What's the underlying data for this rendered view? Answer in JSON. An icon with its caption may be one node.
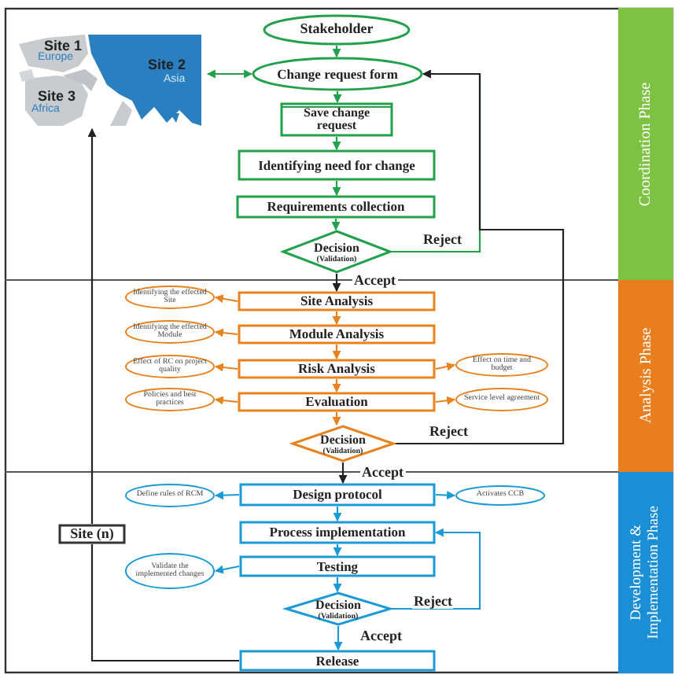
{
  "diagram": {
    "nodes": [
      {
        "text": [
          "Site 1",
          "Europe",
          "Site 2",
          "Asia",
          "Site 3",
          "Africa"
        ]
      },
      {
        "text": [
          "Stakeholder"
        ]
      },
      {
        "text": [
          "Change request form"
        ]
      },
      {
        "text": [
          "Save change request"
        ]
      },
      {
        "text": [
          "Identifying need for change"
        ]
      },
      {
        "text": [
          "Requirements collection"
        ]
      },
      {
        "text": [
          "Decision",
          "(Validation)"
        ]
      },
      {
        "text": [
          "Site Analysis"
        ]
      },
      {
        "text": [
          "Module Analysis"
        ]
      },
      {
        "text": [
          "Risk Analysis"
        ]
      },
      {
        "text": [
          "Evaluation"
        ]
      },
      {
        "text": [
          "Decision",
          "(Validation)"
        ]
      },
      {
        "text": [
          "Identifying the effected Site"
        ]
      },
      {
        "text": [
          "Identifying the effected Module"
        ]
      },
      {
        "text": [
          "Effect of RC on project quality"
        ]
      },
      {
        "text": [
          "Policies and best practices"
        ]
      },
      {
        "text": [
          "Effect on time and budget"
        ]
      },
      {
        "text": [
          "Service level agreement"
        ]
      },
      {
        "text": [
          "Design protocol"
        ]
      },
      {
        "text": [
          "Process implementation"
        ]
      },
      {
        "text": [
          "Testing"
        ]
      },
      {
        "text": [
          "Decision",
          "(Validation)"
        ]
      },
      {
        "text": [
          "Release"
        ]
      },
      {
        "text": [
          "Define rules of RCM"
        ]
      },
      {
        "text": [
          "Activates CCB"
        ]
      },
      {
        "text": [
          "Validate the implemented changes"
        ]
      },
      {
        "text": [
          "Site (n)"
        ]
      },
      {
        "text": [
          "Coordination Phase"
        ]
      },
      {
        "text": [
          "Analysis Phase"
        ]
      },
      {
        "text": [
          "Development & Implementation Phase"
        ]
      }
    ],
    "edges": [
      {
        "from": 1,
        "to": 2,
        "arrow": "to",
        "color": "#22a04b"
      },
      {
        "from": 2,
        "to": 3,
        "arrow": "to",
        "color": "#22a04b"
      },
      {
        "from": 3,
        "to": 4,
        "arrow": "to",
        "color": "#22a04b"
      },
      {
        "from": 4,
        "to": 5,
        "arrow": "to",
        "color": "#22a04b"
      },
      {
        "from": 5,
        "to": 6,
        "arrow": "to",
        "color": "#22a04b"
      },
      {
        "from": 6,
        "to": 2,
        "arrow": "to",
        "label": "Reject",
        "color": "#22a04b"
      },
      {
        "from": 0,
        "to": 2,
        "arrow": "both",
        "color": "#22a04b"
      },
      {
        "from": 6,
        "to": 7,
        "arrow": "to",
        "label": "Accept",
        "color": "#222222"
      },
      {
        "from": 7,
        "to": 8,
        "arrow": "to",
        "color": "#e8821e"
      },
      {
        "from": 8,
        "to": 9,
        "arrow": "to",
        "color": "#e8821e"
      },
      {
        "from": 9,
        "to": 10,
        "arrow": "to",
        "color": "#e8821e"
      },
      {
        "from": 10,
        "to": 11,
        "arrow": "to",
        "color": "#e8821e"
      },
      {
        "from": 7,
        "to": 12,
        "arrow": "to",
        "color": "#e8821e"
      },
      {
        "from": 8,
        "to": 13,
        "arrow": "to",
        "color": "#e8821e"
      },
      {
        "from": 9,
        "to": 14,
        "arrow": "to",
        "color": "#e8821e"
      },
      {
        "from": 10,
        "to": 15,
        "arrow": "to",
        "color": "#e8821e"
      },
      {
        "from": 9,
        "to": 16,
        "arrow": "to",
        "color": "#e8821e"
      },
      {
        "from": 10,
        "to": 17,
        "arrow": "to",
        "color": "#e8821e"
      },
      {
        "from": 11,
        "to": 2,
        "arrow": "to",
        "label": "Reject",
        "color": "#222222"
      },
      {
        "from": 11,
        "to": 18,
        "arrow": "to",
        "label": "Accept",
        "color": "#222222"
      },
      {
        "from": 18,
        "to": 19,
        "arrow": "to",
        "color": "#1b9ad6"
      },
      {
        "from": 19,
        "to": 20,
        "arrow": "to",
        "color": "#1b9ad6"
      },
      {
        "from": 20,
        "to": 21,
        "arrow": "to",
        "color": "#1b9ad6"
      },
      {
        "from": 21,
        "to": 22,
        "arrow": "to",
        "label": "Accept",
        "color": "#1b9ad6"
      },
      {
        "from": 18,
        "to": 23,
        "arrow": "to",
        "color": "#1b9ad6"
      },
      {
        "from": 18,
        "to": 24,
        "arrow": "to",
        "color": "#1b9ad6"
      },
      {
        "from": 20,
        "to": 25,
        "arrow": "to",
        "color": "#1b9ad6"
      },
      {
        "from": 21,
        "to": 19,
        "arrow": "to",
        "label": "Reject",
        "color": "#1b9ad6"
      },
      {
        "from": 22,
        "to": 26,
        "arrow": "none",
        "color": "#222222"
      },
      {
        "from": 26,
        "to": 0,
        "arrow": "to",
        "color": "#222222"
      }
    ]
  }
}
